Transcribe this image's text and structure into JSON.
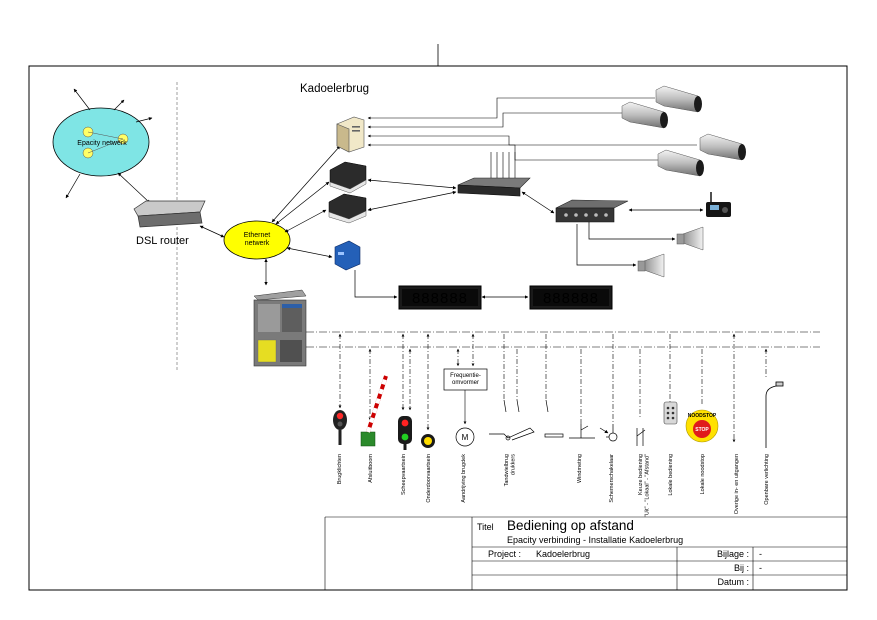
{
  "site": {
    "title": "Kadoelerbrug",
    "epacity_cloud": "Epacity netwerk",
    "dsl_router": "DSL router",
    "ethernet_hub": "Ethernet\nnetwerk",
    "freq_converter": "Frequentie-\nomvormer",
    "motor_symbol": "M"
  },
  "displays": {
    "left": "888888",
    "right": "888888"
  },
  "io_labels": [
    "Brugklichten",
    "Afsluitboom",
    "Scheepvaartsein",
    "Onderdoorvaartsein",
    "Aandrijving brugdek",
    "Tandwielbrug drukkers",
    "Windmeting",
    "Schemerschakelaar",
    "Keuze bediening \"Uit\" - \"Lokaal\" - \"Afstand\"",
    "Lokale bediening",
    "Lokale noodstop",
    "Overige in- en uitgangen",
    "Openbare verlichting"
  ],
  "noodstop": {
    "top": "NOODSTOP",
    "center": "STOP"
  },
  "title_block": {
    "titel_label": "Titel",
    "title": "Bediening op afstand",
    "subtitle": "Epacity verbinding - Installatie Kadoelerbrug",
    "project_label": "Project :",
    "project_value": "Kadoelerbrug",
    "bijlage_label": "Bijlage :",
    "bijlage_value": "-",
    "bij_label": "Bij :",
    "bij_value": "-",
    "datum_label": "Datum :",
    "datum_value": ""
  }
}
